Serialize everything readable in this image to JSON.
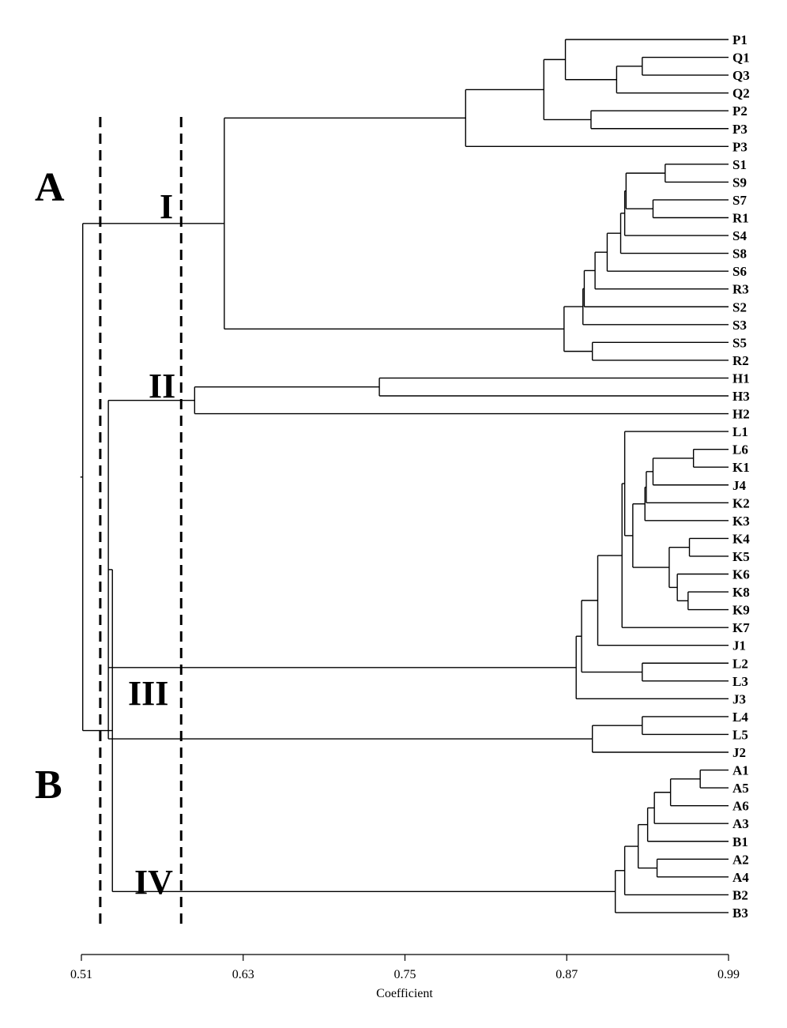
{
  "chart_data": {
    "type": "dendrogram",
    "xlabel": "Coefficient",
    "xlim": [
      0.51,
      0.99
    ],
    "x_ticks": [
      "0.51",
      "0.63",
      "0.75",
      "0.87",
      "0.99"
    ],
    "leaves": [
      "P1",
      "Q1",
      "Q3",
      "Q2",
      "P2",
      "P3",
      "P3",
      "S1",
      "S9",
      "S7",
      "R1",
      "S4",
      "S8",
      "S6",
      "R3",
      "S2",
      "S3",
      "S5",
      "R2",
      "H1",
      "H3",
      "H2",
      "L1",
      "L6",
      "K1",
      "J4",
      "K2",
      "K3",
      "K4",
      "K5",
      "K6",
      "K8",
      "K9",
      "K7",
      "J1",
      "L2",
      "L3",
      "J3",
      "L4",
      "L5",
      "J2",
      "A1",
      "A5",
      "A6",
      "A3",
      "B1",
      "A2",
      "A4",
      "B2",
      "B3"
    ],
    "groups": [
      "A",
      "B"
    ],
    "clusters": [
      "I",
      "II",
      "III",
      "IV"
    ],
    "cut_lines": [
      0.524,
      0.584
    ],
    "tree": {
      "h": 0.511,
      "c": [
        {
          "h": 0.616,
          "c": [
            {
              "h": 0.795,
              "c": [
                {
                  "h": 0.853,
                  "c": [
                    {
                      "h": 0.869,
                      "c": [
                        {
                          "l": 0
                        },
                        {
                          "h": 0.907,
                          "c": [
                            {
                              "h": 0.926,
                              "c": [
                                {
                                  "l": 1
                                },
                                {
                                  "l": 2
                                }
                              ]
                            },
                            {
                              "l": 3
                            }
                          ]
                        }
                      ]
                    },
                    {
                      "h": 0.888,
                      "c": [
                        {
                          "l": 4
                        },
                        {
                          "l": 5
                        }
                      ]
                    }
                  ]
                },
                {
                  "l": 6
                }
              ]
            },
            {
              "h": 0.868,
              "c": [
                {
                  "h": 0.882,
                  "c": [
                    {
                      "h": 0.883,
                      "c": [
                        {
                          "h": 0.891,
                          "c": [
                            {
                              "h": 0.9,
                              "c": [
                                {
                                  "h": 0.91,
                                  "c": [
                                    {
                                      "h": 0.913,
                                      "c": [
                                        {
                                          "h": 0.914,
                                          "c": [
                                            {
                                              "h": 0.943,
                                              "c": [
                                                {
                                                  "l": 7
                                                },
                                                {
                                                  "l": 8
                                                }
                                              ]
                                            },
                                            {
                                              "h": 0.934,
                                              "c": [
                                                {
                                                  "l": 9
                                                },
                                                {
                                                  "l": 10
                                                }
                                              ]
                                            }
                                          ]
                                        },
                                        {
                                          "l": 11
                                        }
                                      ]
                                    },
                                    {
                                      "l": 12
                                    }
                                  ]
                                },
                                {
                                  "l": 13
                                }
                              ]
                            },
                            {
                              "l": 14
                            }
                          ]
                        },
                        {
                          "l": 15
                        }
                      ]
                    },
                    {
                      "l": 16
                    }
                  ]
                },
                {
                  "h": 0.889,
                  "c": [
                    {
                      "l": 17
                    },
                    {
                      "l": 18
                    }
                  ]
                }
              ]
            }
          ]
        },
        {
          "h": 0.533,
          "c": [
            {
              "h": 0.53,
              "c": [
                {
                  "h": 0.594,
                  "c": [
                    {
                      "h": 0.731,
                      "c": [
                        {
                          "l": 19
                        },
                        {
                          "l": 20
                        }
                      ]
                    },
                    {
                      "l": 21
                    }
                  ]
                },
                {
                  "h": 0.877,
                  "c": [
                    {
                      "h": 0.881,
                      "c": [
                        {
                          "h": 0.893,
                          "c": [
                            {
                              "h": 0.911,
                              "c": [
                                {
                                  "h": 0.913,
                                  "c": [
                                    {
                                      "h": 0.919,
                                      "c": [
                                        {
                                          "h": 0.928,
                                          "c": [
                                            {
                                              "h": 0.929,
                                              "c": [
                                                {
                                                  "h": 0.934,
                                                  "c": [
                                                    {
                                                      "h": 0.964,
                                                      "c": [
                                                        {
                                                          "l": 23
                                                        },
                                                        {
                                                          "l": 24
                                                        }
                                                      ]
                                                    },
                                                    {
                                                      "l": 25
                                                    }
                                                  ]
                                                },
                                                {
                                                  "l": 26
                                                }
                                              ]
                                            },
                                            {
                                              "l": 27
                                            }
                                          ]
                                        },
                                        {
                                          "h": 0.946,
                                          "c": [
                                            {
                                              "h": 0.961,
                                              "c": [
                                                {
                                                  "l": 28
                                                },
                                                {
                                                  "l": 29
                                                }
                                              ]
                                            },
                                            {
                                              "h": 0.952,
                                              "c": [
                                                {
                                                  "l": 30
                                                },
                                                {
                                                  "h": 0.96,
                                                  "c": [
                                                    {
                                                      "l": 31
                                                    },
                                                    {
                                                      "l": 32
                                                    }
                                                  ]
                                                }
                                              ]
                                            }
                                          ]
                                        }
                                      ]
                                    },
                                    {
                                      "l": 22
                                    }
                                  ]
                                },
                                {
                                  "l": 33
                                }
                              ]
                            },
                            {
                              "l": 34
                            }
                          ]
                        },
                        {
                          "h": 0.926,
                          "c": [
                            {
                              "l": 35
                            },
                            {
                              "l": 36
                            }
                          ]
                        }
                      ]
                    },
                    {
                      "l": 37
                    }
                  ]
                },
                {
                  "h": 0.889,
                  "c": [
                    {
                      "h": 0.926,
                      "c": [
                        {
                          "l": 38
                        },
                        {
                          "l": 39
                        }
                      ]
                    },
                    {
                      "l": 40
                    }
                  ]
                }
              ]
            },
            {
              "h": 0.906,
              "c": [
                {
                  "h": 0.913,
                  "c": [
                    {
                      "h": 0.923,
                      "c": [
                        {
                          "h": 0.93,
                          "c": [
                            {
                              "h": 0.935,
                              "c": [
                                {
                                  "h": 0.947,
                                  "c": [
                                    {
                                      "h": 0.969,
                                      "c": [
                                        {
                                          "l": 41
                                        },
                                        {
                                          "l": 42
                                        }
                                      ]
                                    },
                                    {
                                      "l": 43
                                    }
                                  ]
                                },
                                {
                                  "l": 44
                                }
                              ]
                            },
                            {
                              "l": 45
                            }
                          ]
                        },
                        {
                          "h": 0.937,
                          "c": [
                            {
                              "l": 46
                            },
                            {
                              "l": 47
                            }
                          ]
                        }
                      ]
                    },
                    {
                      "l": 48
                    }
                  ]
                },
                {
                  "l": 49
                }
              ]
            }
          ]
        }
      ]
    }
  }
}
